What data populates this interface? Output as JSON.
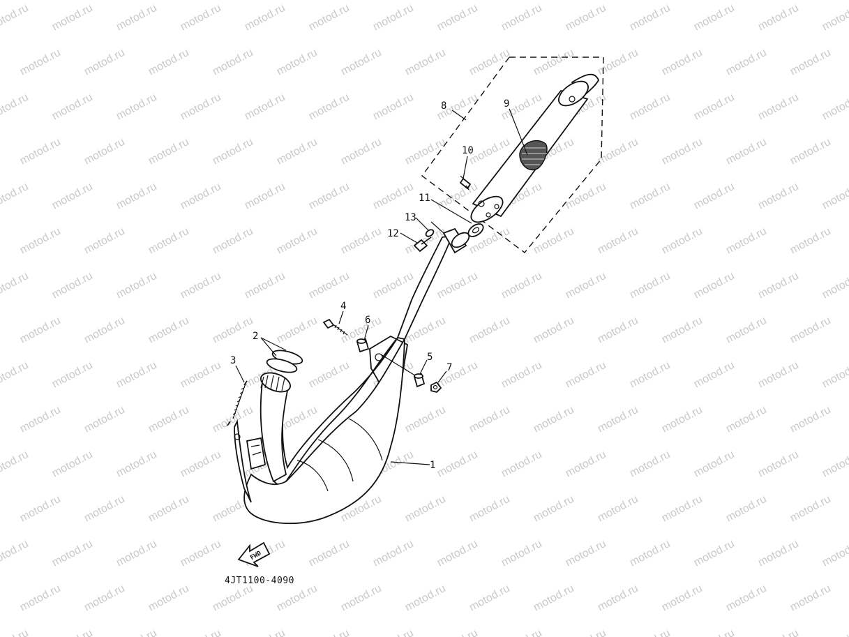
{
  "watermark": {
    "text": "motod.ru"
  },
  "diagram": {
    "part_code": "4JT1100-4090",
    "fwd_label": "FWD",
    "callouts": {
      "c1": "1",
      "c2": "2",
      "c3": "3",
      "c4": "4",
      "c5": "5",
      "c6": "6",
      "c7": "7",
      "c8": "8",
      "c9": "9",
      "c10": "10",
      "c11": "11",
      "c12": "12",
      "c13": "13"
    }
  }
}
